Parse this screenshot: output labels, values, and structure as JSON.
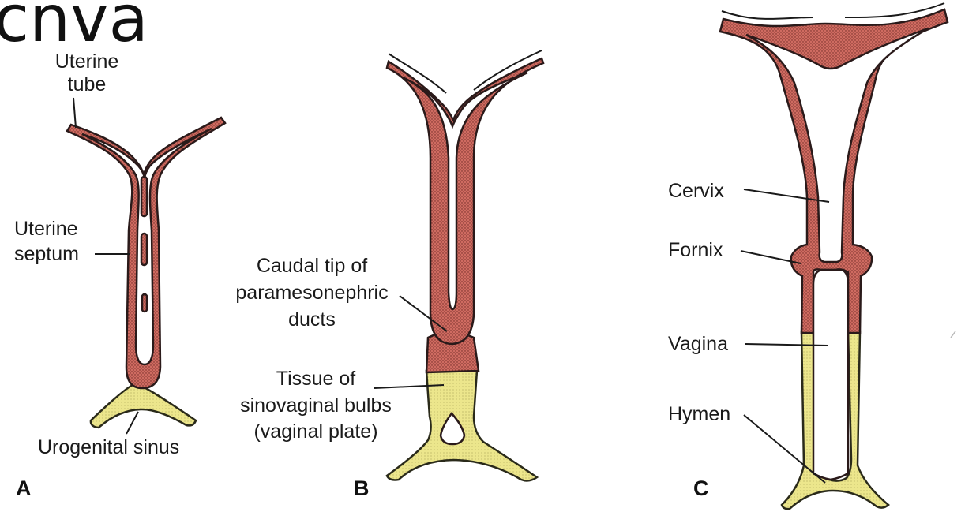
{
  "heading": "cnva",
  "panels": [
    {
      "letter": "A",
      "labels": {
        "uterine_tube": [
          "Uterine",
          "tube"
        ],
        "uterine_septum": [
          "Uterine",
          "septum"
        ],
        "urogenital_sinus": "Urogenital sinus"
      }
    },
    {
      "letter": "B",
      "labels": {
        "caudal_tip": [
          "Caudal tip of",
          "paramesonephric",
          "ducts"
        ],
        "sinovaginal": [
          "Tissue of",
          "sinovaginal bulbs",
          "(vaginal plate)"
        ]
      }
    },
    {
      "letter": "C",
      "labels": {
        "cervix": "Cervix",
        "fornix": "Fornix",
        "vagina": "Vagina",
        "hymen": "Hymen"
      }
    }
  ],
  "colors": {
    "paramesonephric_tissue": "#cf6b61",
    "sinovaginal_tissue": "#ece68c",
    "outline": "#2a1a1a",
    "background": "#ffffff"
  }
}
